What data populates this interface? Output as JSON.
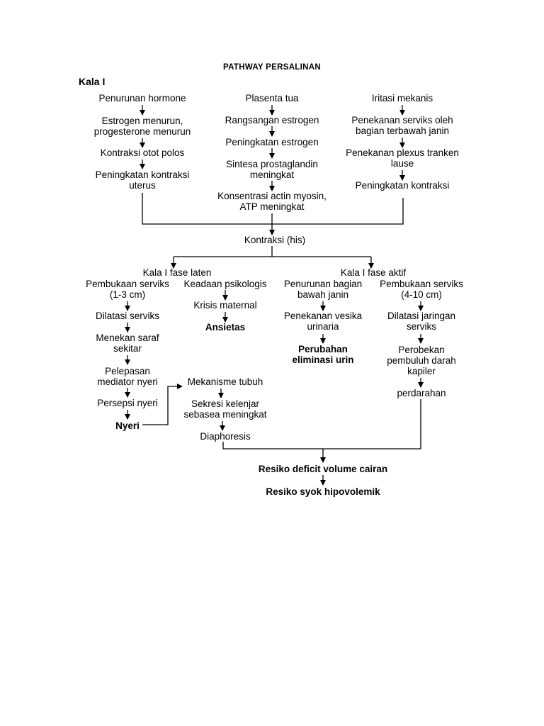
{
  "title": "PATHWAY PERSALINAN",
  "section_heading": "Kala I",
  "columns": {
    "hormone": {
      "start": "Penurunan hormone",
      "estrogen_down": "Estrogen menurun,\nprogesterone menurun",
      "contraction_smooth": "Kontraksi otot polos",
      "uterine_contraction": "Peningkatan kontraksi\nuterus"
    },
    "placenta": {
      "start": "Plasenta tua",
      "estrogen_stim": "Rangsangan estrogen",
      "estrogen_up": "Peningkatan estrogen",
      "prostaglandin": "Sintesa prostaglandin\nmeningkat",
      "actin_myosin": "Konsentrasi actin myosin,\nATP meningkat"
    },
    "irritation": {
      "start": "Iritasi mekanis",
      "cervix_pressure": "Penekanan serviks oleh\nbagian terbawah janin",
      "plexus": "Penekanan plexus tranken\nlause",
      "contraction_up": "Peningkatan kontraksi"
    }
  },
  "kontraksi": "Kontraksi (his)",
  "latent": {
    "heading": "Kala I fase laten",
    "opening": "Pembukaan serviks\n(1-3 cm)",
    "dilatation": "Dilatasi serviks",
    "nerve": "Menekan saraf\nsekitar",
    "mediator": "Pelepasan\nmediator nyeri",
    "perception": "Persepsi nyeri",
    "pain": "Nyeri",
    "psych": "Keadaan psikologis",
    "crisis": "Krisis maternal",
    "anxiety": "Ansietas",
    "mechanism": "Mekanisme tubuh",
    "sebaceous": "Sekresi kelenjar\nsebasea meningkat",
    "diaphoresis": "Diaphoresis"
  },
  "active": {
    "heading": "Kala I fase aktif",
    "descent": "Penurunan bagian\nbawah janin",
    "bladder": "Penekanan vesika\nurinaria",
    "elimination": "Perubahan\neliminasi urin",
    "opening": "Pembukaan serviks\n(4-10 cm)",
    "tissue_dilatation": "Dilatasi jaringan\nserviks",
    "capillary": "Perobekan\npembuluh darah\nkapiler",
    "bleeding": "perdarahan"
  },
  "outcomes": {
    "fluid_deficit": "Resiko deficit volume cairan",
    "shock": "Resiko syok hipovolemik"
  }
}
